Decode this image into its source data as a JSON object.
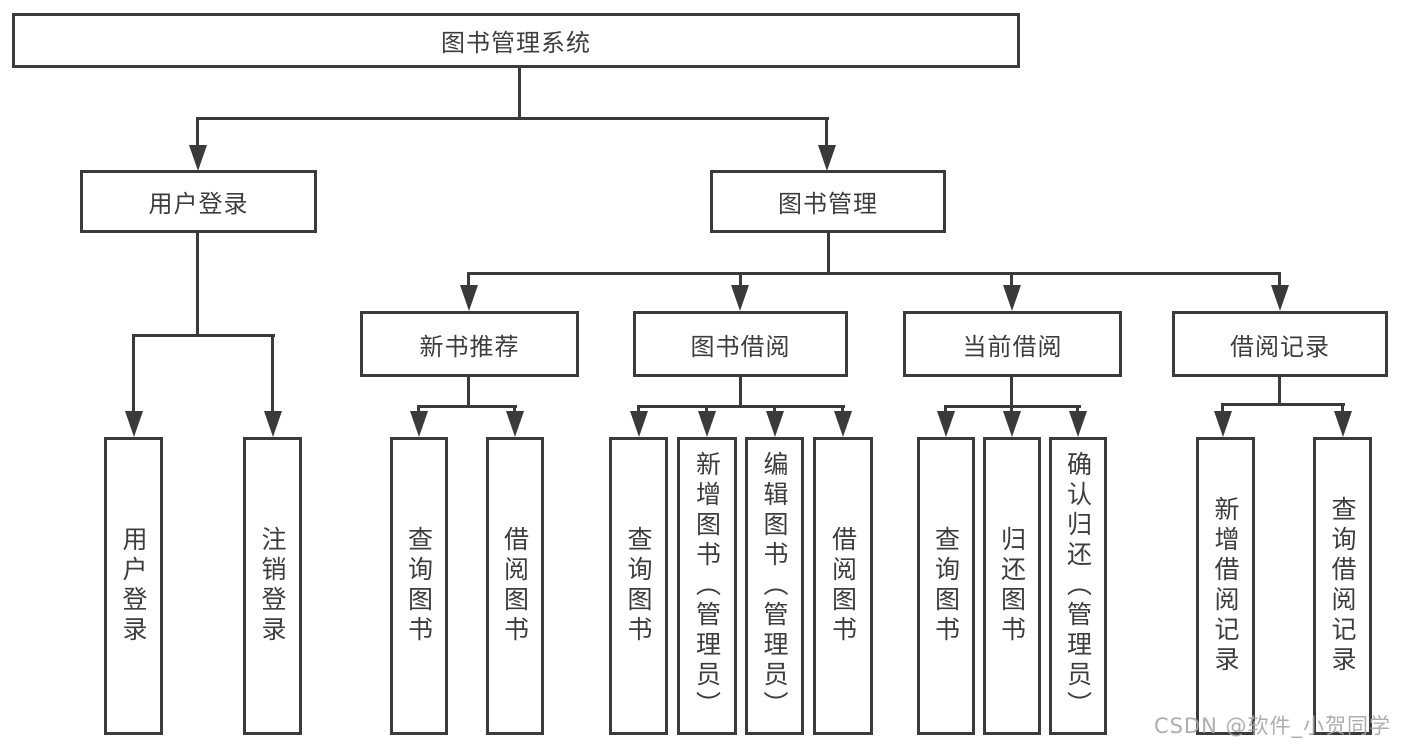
{
  "tree": {
    "watermark": "CSDN @软件_小贺同学",
    "colors": {
      "background": "#ffffff",
      "box_border": "#3b3b3b",
      "connector": "#3a3a3a",
      "text": "#3d3d3d",
      "watermark": "#a6a6aa"
    },
    "root": {
      "label": "图书管理系统",
      "children": [
        {
          "label": "用户登录",
          "children": [
            {
              "label": "用户登录"
            },
            {
              "label": "注销登录"
            }
          ]
        },
        {
          "label": "图书管理",
          "children": [
            {
              "label": "新书推荐",
              "children": [
                {
                  "label": "查询图书"
                },
                {
                  "label": "借阅图书"
                }
              ]
            },
            {
              "label": "图书借阅",
              "children": [
                {
                  "label": "查询图书"
                },
                {
                  "label": "新增图书（管理员）"
                },
                {
                  "label": "编辑图书（管理员）"
                },
                {
                  "label": "借阅图书"
                }
              ]
            },
            {
              "label": "当前借阅",
              "children": [
                {
                  "label": "查询图书"
                },
                {
                  "label": "归还图书"
                },
                {
                  "label": "确认归还（管理员）"
                }
              ]
            },
            {
              "label": "借阅记录",
              "children": [
                {
                  "label": "新增借阅记录"
                },
                {
                  "label": "查询借阅记录"
                }
              ]
            }
          ]
        }
      ]
    }
  }
}
